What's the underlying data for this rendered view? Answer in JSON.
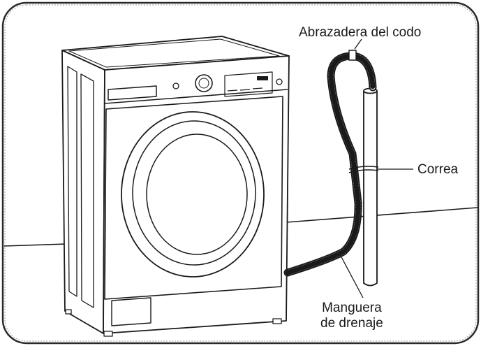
{
  "labels": {
    "elbow_clamp": "Abrazadera del codo",
    "strap": "Correa",
    "drain_hose_line1": "Manguera",
    "drain_hose_line2": "de drenaje"
  },
  "colors": {
    "line": "#1a1a1a",
    "wall": "#ffffff",
    "floor": "#ffffff",
    "border": "#2a2a2a"
  },
  "icons": {
    "appliance": "front-load-washer-illustration",
    "hose": "corrugated-drain-hose",
    "standpipe": "drain-standpipe"
  }
}
